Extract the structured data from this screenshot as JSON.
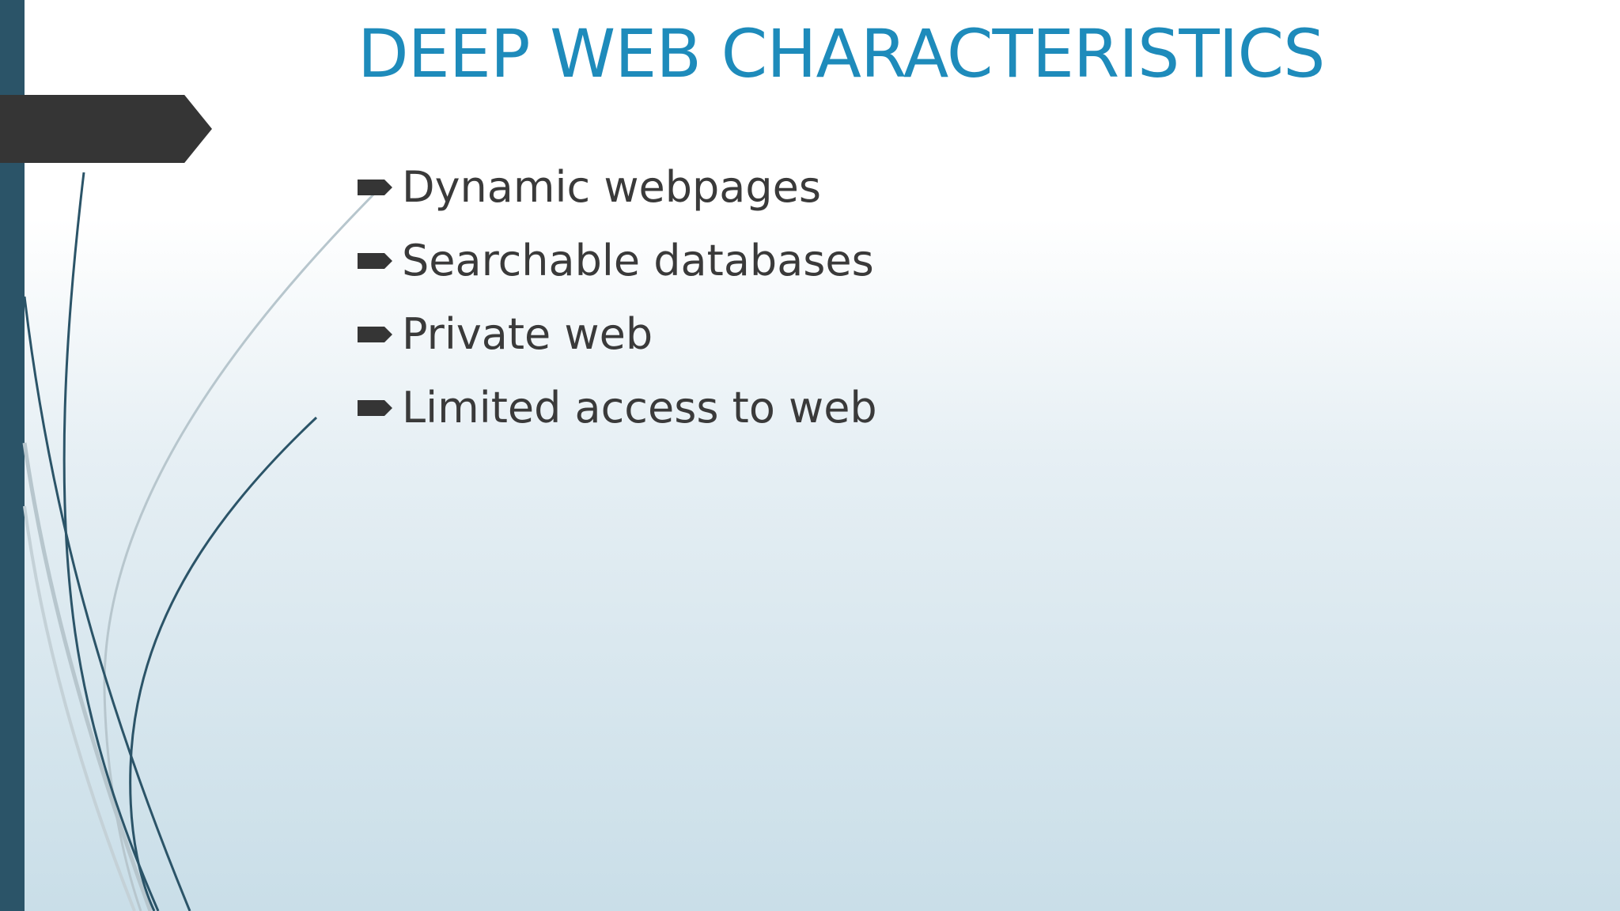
{
  "slide": {
    "title": "DEEP WEB CHARACTERISTICS",
    "bullets": [
      "Dynamic webpages",
      "Searchable databases",
      "Private web",
      "Limited access to web"
    ]
  },
  "icons": {
    "bullet": "arrow-bullet-icon"
  },
  "colors": {
    "title": "#1e8bbb",
    "text": "#3a3a3a",
    "left_bar": "#2b5468",
    "arrow_tab": "#353535",
    "swirl_dark": "#2b5468",
    "swirl_light": "#b7c6cd"
  }
}
